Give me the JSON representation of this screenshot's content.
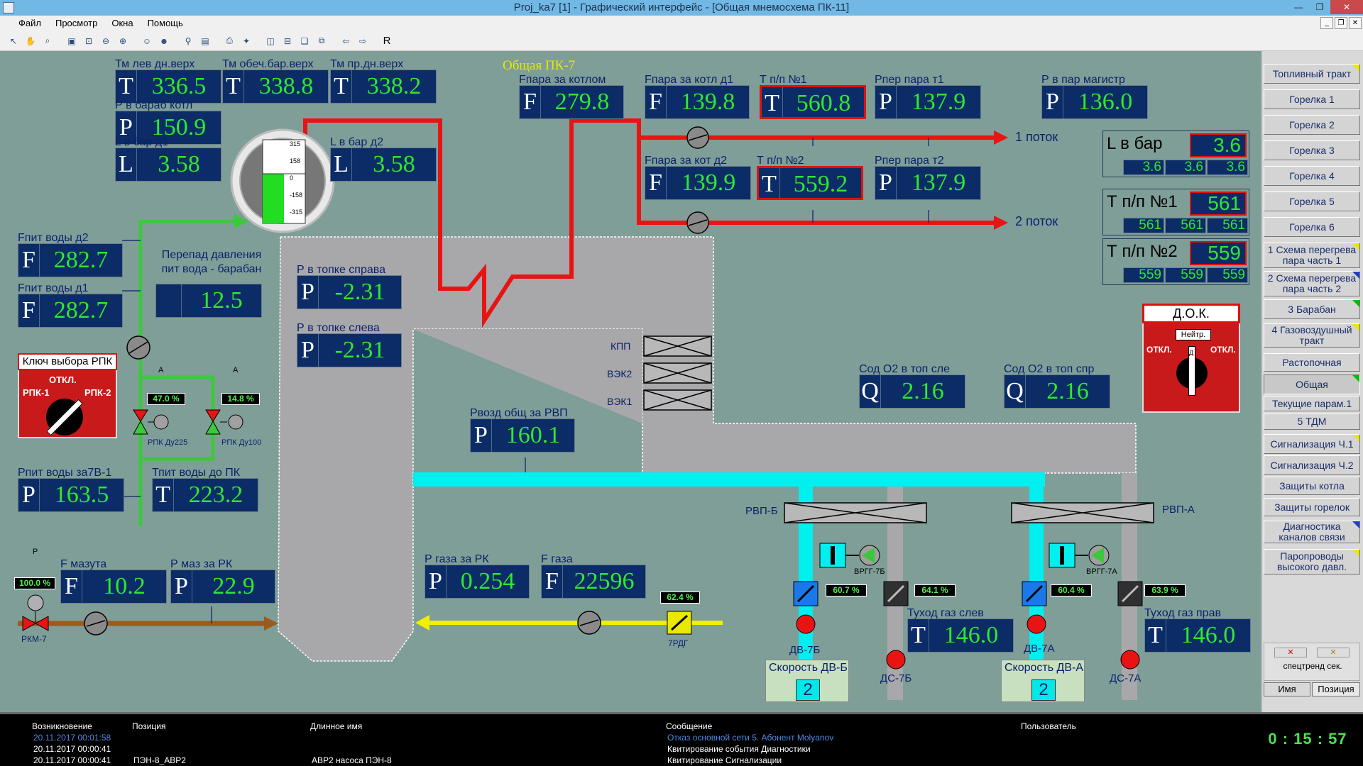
{
  "window": {
    "title": "Proj_ka7 [1] - Графический интерфейс - [Общая мнемосхема ПК-11]"
  },
  "menu": [
    "Файл",
    "Просмотр",
    "Окна",
    "Помощь"
  ],
  "toolbar": {
    "r_label": "R"
  },
  "scheme": {
    "title": "Общая ПК-7",
    "tm_lev": {
      "label": "Тм лев дн.верх",
      "key": "T",
      "value": "336.5"
    },
    "tm_obech": {
      "label": "Тм обеч.бар.верх",
      "key": "T",
      "value": "338.8"
    },
    "tm_pr": {
      "label": "Тм пр.дн.верх",
      "key": "T",
      "value": "338.2"
    },
    "p_barab": {
      "label": "Р в бараб котл",
      "key": "P",
      "value": "150.9"
    },
    "l_bar_d1": {
      "label": "L в бар д1",
      "key": "L",
      "value": "3.58"
    },
    "l_bar_d2": {
      "label": "L в бар д2",
      "key": "L",
      "value": "3.58"
    },
    "gauge_ticks": [
      "315",
      "158",
      "0",
      "-158",
      "-315"
    ],
    "f_pit_d2": {
      "label": "Fпит воды д2",
      "key": "F",
      "value": "282.7"
    },
    "f_pit_d1": {
      "label": "Fпит воды д1",
      "key": "F",
      "value": "282.7"
    },
    "perepad": {
      "label": "Перепад давления пит вода - барабан",
      "value": "12.5"
    },
    "rpk_key": {
      "title": "Ключ выбора РПК",
      "off": "ОТКЛ.",
      "left": "РПК-1",
      "right": "РПК-2"
    },
    "rpk225": {
      "label": "РПК Ду225",
      "pct": "47.0 %",
      "a": "A"
    },
    "rpk100": {
      "label": "РПК Ду100",
      "pct": "14.8 %",
      "a": "A"
    },
    "p_pit": {
      "label": "Рпит воды за7В-1",
      "key": "P",
      "value": "163.5"
    },
    "t_pit": {
      "label": "Тпит воды до ПК",
      "key": "T",
      "value": "223.2"
    },
    "f_maz": {
      "label": "F мазута",
      "key": "F",
      "value": "10.2"
    },
    "p_maz": {
      "label": "Р маз за РК",
      "key": "P",
      "value": "22.9"
    },
    "rkm7": {
      "label": "РКМ-7",
      "pct": "100.0 %",
      "p": "P"
    },
    "p_topka_r": {
      "label": "Р в топке справа",
      "key": "P",
      "value": "-2.31"
    },
    "p_topka_l": {
      "label": "Р в топке слева",
      "key": "P",
      "value": "-2.31"
    },
    "sections": [
      "КПП",
      "ВЭК2",
      "ВЭК1"
    ],
    "p_rvp": {
      "label": "Рвозд общ за РВП",
      "key": "P",
      "value": "160.1"
    },
    "p_gaz": {
      "label": "Р газа за РК",
      "key": "P",
      "value": "0.254"
    },
    "f_gaz": {
      "label": "F газа",
      "key": "F",
      "value": "22596"
    },
    "rdg": {
      "label": "7РДГ",
      "pct": "62.4 %"
    },
    "f_para_kotl": {
      "label": "Fпара за котлом",
      "key": "F",
      "value": "279.8"
    },
    "f_para_d1": {
      "label": "Fпара за котл д1",
      "key": "F",
      "value": "139.8"
    },
    "f_para_d2": {
      "label": "Fпара за кот д2",
      "key": "F",
      "value": "139.9"
    },
    "t_pp1": {
      "label": "Т п/п №1",
      "key": "T",
      "value": "560.8"
    },
    "t_pp2": {
      "label": "Т п/п №2",
      "key": "T",
      "value": "559.2"
    },
    "p_per_t1": {
      "label": "Рпер пара т1",
      "key": "P",
      "value": "137.9"
    },
    "p_per_t2": {
      "label": "Рпер пара т2",
      "key": "P",
      "value": "137.9"
    },
    "p_magistr": {
      "label": "Р в пар магистр",
      "key": "P",
      "value": "136.0"
    },
    "flow1": "1 поток",
    "flow2": "2 поток",
    "sum_l": {
      "label": "L в бар",
      "value": "3.6",
      "sub": [
        "3.6",
        "3.6",
        "3.6"
      ]
    },
    "sum_t1": {
      "label": "Т п/п №1",
      "value": "561",
      "sub": [
        "561",
        "561",
        "561"
      ]
    },
    "sum_t2": {
      "label": "Т п/п №2",
      "value": "559",
      "sub": [
        "559",
        "559",
        "559"
      ]
    },
    "o2_l": {
      "label": "Сод О2 в топ сле",
      "key": "Q",
      "value": "2.16"
    },
    "o2_r": {
      "label": "Сод О2 в топ спр",
      "key": "Q",
      "value": "2.16"
    },
    "dok": {
      "title": "Д.О.К.",
      "neutral": "Нейтр.",
      "off_l": "ОТКЛ.",
      "off_r": "ОТКЛ.",
      "d": "Д"
    },
    "rvp_b": "РВП-Б",
    "rvp_a": "РВП-А",
    "vrgg7b": "ВРГГ-7Б",
    "vrgg7a": "ВРГГ-7А",
    "dv7b": {
      "label": "ДВ-7Б",
      "pct": "60.7 %"
    },
    "ds7b": {
      "label": "ДС-7Б",
      "pct": "64.1 %"
    },
    "dv7a": {
      "label": "ДВ-7А",
      "pct": "60.4 %"
    },
    "ds7a": {
      "label": "ДС-7А",
      "pct": "63.9 %"
    },
    "t_gaz_l": {
      "label": "Туход газ слев",
      "key": "T",
      "value": "146.0"
    },
    "t_gaz_r": {
      "label": "Туход газ прав",
      "key": "T",
      "value": "146.0"
    },
    "speed_b": {
      "label": "Скорость ДВ-Б",
      "value": "2"
    },
    "speed_a": {
      "label": "Скорость ДВ-А",
      "value": "2"
    }
  },
  "rightpanel": {
    "buttons": [
      "Топливный тракт",
      "Горелка 1",
      "Горелка 2",
      "Горелка 3",
      "Горелка 4",
      "Горелка 5",
      "Горелка 6",
      "1 Схема перегрева пара часть 1",
      "2 Схема перегрева пара часть 2",
      "3 Барабан",
      "4 Газовоздушный тракт",
      "Растопочная",
      "Общая",
      "Текущие парам.1",
      "5 ТДМ",
      "Сигнализация Ч.1",
      "Сигнализация Ч.2",
      "Защиты котла",
      "Защиты горелок",
      "Диагностика каналов связи",
      "Паропроводы высокого давл."
    ],
    "spectrend": "спецтренд сек.",
    "tab_name": "Имя",
    "tab_pos": "Позиция"
  },
  "alarms": {
    "headers": {
      "time": "Возникновение",
      "pos": "Позиция",
      "name": "Длинное имя",
      "msg": "Сообщение",
      "user": "Пользователь"
    },
    "rows": [
      {
        "time": "20.11.2017 00:01:58",
        "pos": "",
        "name": "",
        "msg": "Отказ основной сети  5. Абонент Molyanov"
      },
      {
        "time": "20.11.2017 00:00:41",
        "pos": "",
        "name": "",
        "msg": "Квитирование события Диагностики"
      },
      {
        "time": "20.11.2017 00:00:41",
        "pos": "ПЭН-8_АВР2",
        "name": "АВР2 насоса ПЭН-8",
        "msg": "Квитирование Сигнализации"
      }
    ]
  },
  "clock": "0 : 15 : 57",
  "colors": {
    "background": "#7f9e98",
    "value_green": "#2fe82f",
    "box_blue": "#0b2c66",
    "alarm_red": "#e01010",
    "steam_red": "#e81414",
    "water_green": "#3cc83c",
    "air_cyan": "#00f0f0",
    "gas_yellow": "#f0f000",
    "oil_brown": "#9b5a1e"
  }
}
